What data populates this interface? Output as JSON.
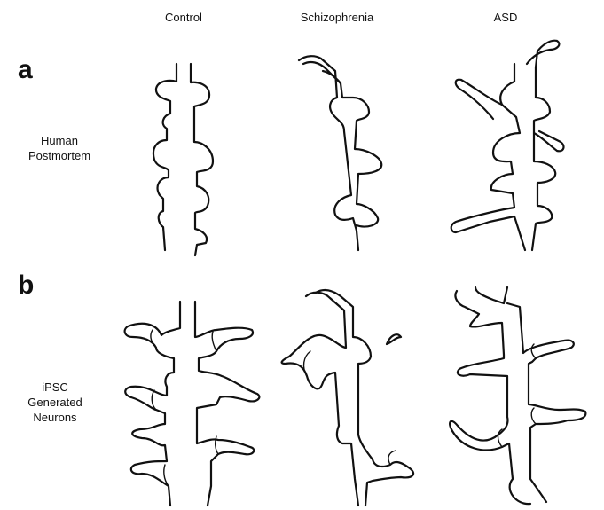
{
  "columns": [
    "Control",
    "Schizophrenia",
    "ASD"
  ],
  "panels": [
    {
      "letter": "a",
      "row_label_lines": [
        "Human",
        "Postmortem"
      ]
    },
    {
      "letter": "b",
      "row_label_lines": [
        "iPSC",
        "Generated",
        "Neurons"
      ]
    }
  ]
}
